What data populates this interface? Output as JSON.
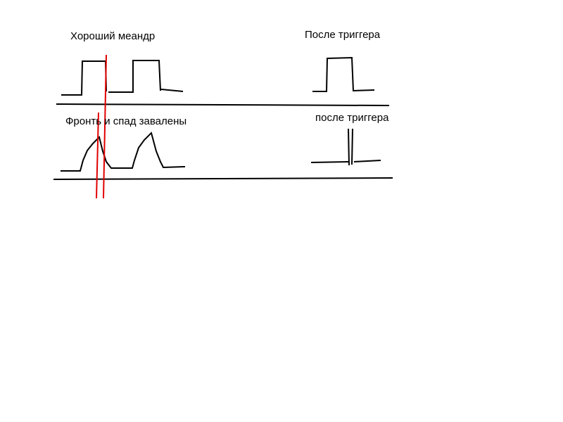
{
  "labels": {
    "good_square_wave": "Хороший меандр",
    "after_trigger_top": "После триггера",
    "slow_edges": "Фронть и спад завалены",
    "after_trigger_bottom": "после триггера"
  },
  "colors": {
    "ink": "#000000",
    "marker": "#e00000"
  }
}
